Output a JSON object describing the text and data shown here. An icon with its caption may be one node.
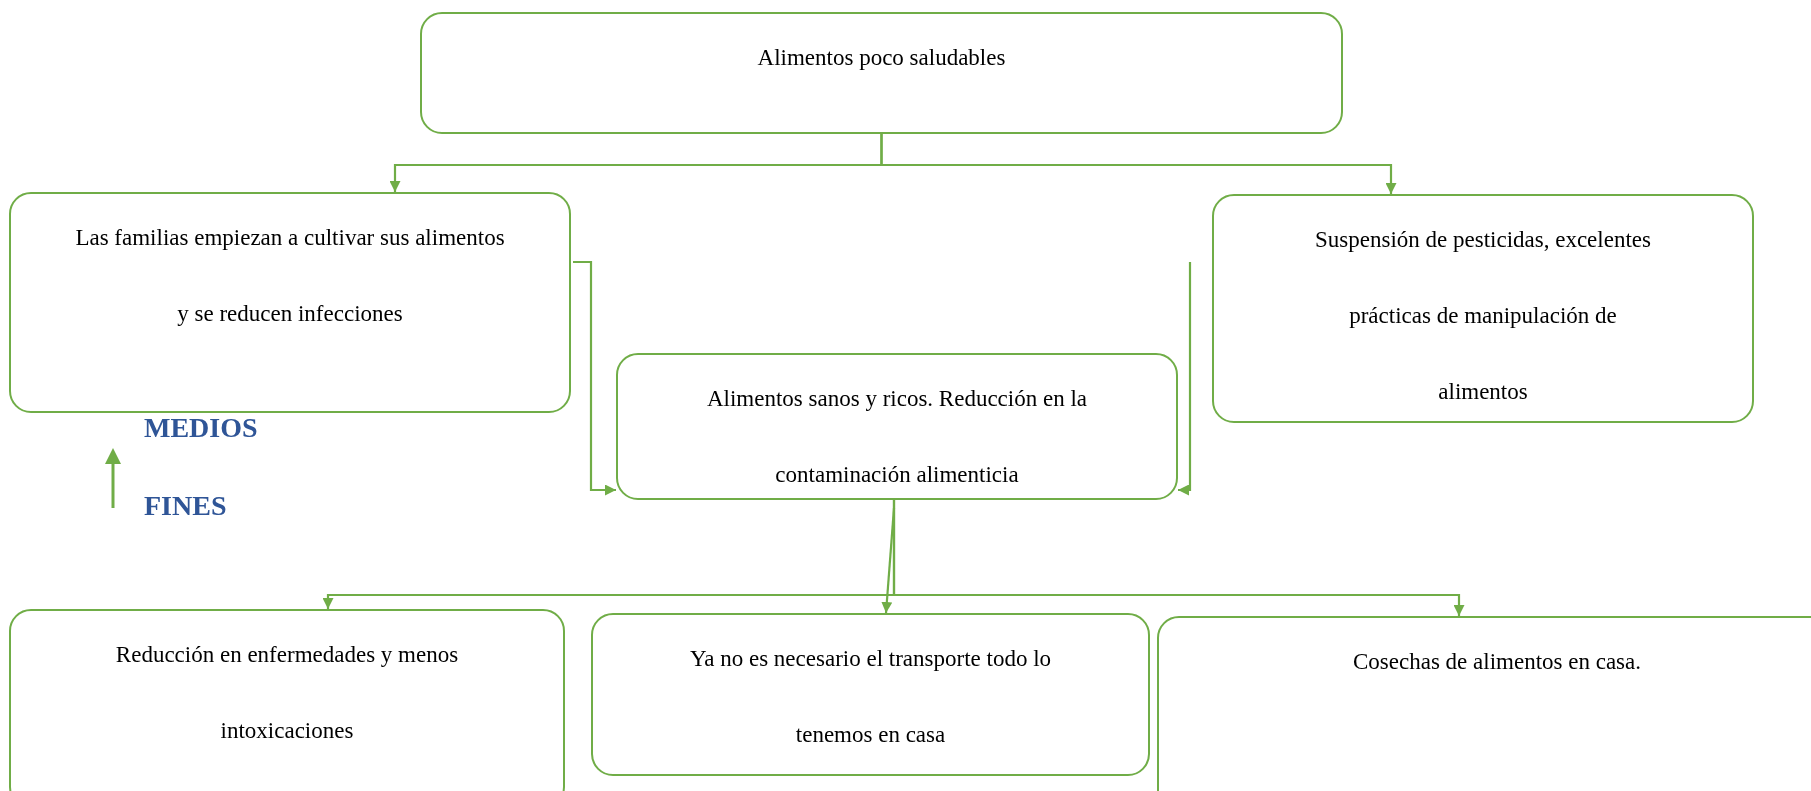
{
  "diagram": {
    "nodes": [
      {
        "text": [
          "Alimentos poco saludables"
        ]
      },
      {
        "text": [
          "Las familias empiezan a cultivar sus alimentos y se reducen infecciones"
        ]
      },
      {
        "text": [
          "Alimentos sanos y ricos. Reducción en la contaminación alimenticia"
        ]
      },
      {
        "text": [
          "Suspensión de pesticidas, excelentes prácticas de manipulación de alimentos"
        ]
      },
      {
        "text": [
          "Reducción en enfermedades y menos intoxicaciones"
        ]
      },
      {
        "text": [
          "Ya no es necesario el transporte todo lo tenemos en casa"
        ]
      },
      {
        "text": [
          "Cosechas de alimentos en casa."
        ]
      }
    ],
    "edges": [
      {
        "from": 0,
        "to": 1,
        "arrow": "to"
      },
      {
        "from": 0,
        "to": 3,
        "arrow": "to"
      },
      {
        "from": 1,
        "to": 2,
        "arrow": "to"
      },
      {
        "from": 3,
        "to": 2,
        "arrow": "to"
      },
      {
        "from": 2,
        "to": 4,
        "arrow": "to"
      },
      {
        "from": 2,
        "to": 5,
        "arrow": "to"
      },
      {
        "from": 2,
        "to": 6,
        "arrow": "to"
      }
    ],
    "labels": [
      "MEDIOS",
      "FINES"
    ]
  }
}
